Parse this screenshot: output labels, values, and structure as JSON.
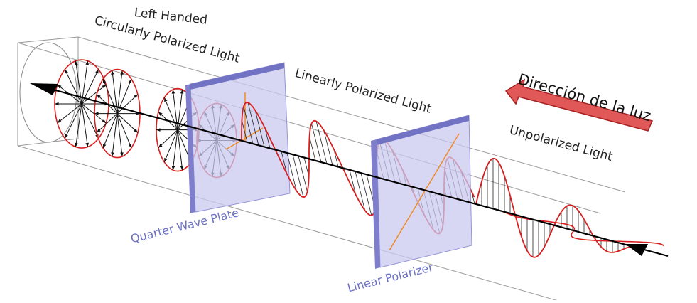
{
  "labels": {
    "left_handed_line1": "Left Handed",
    "left_handed_line2": "Circularly Polarized Light",
    "linearly_polarized": "Linearly Polarized Light",
    "unpolarized": "Unpolarized Light",
    "direction": "Dirección de la luz",
    "quarter_wave_plate": "Quarter Wave Plate",
    "linear_polarizer": "Linear Polarizer"
  },
  "colors": {
    "wave": "#d81e1e",
    "plate_fill": "#c9c9f0",
    "plate_edge": "#7272c4",
    "axis": "#000000",
    "optic_axis": "#f08a24",
    "label_blue": "#6b70c4",
    "arrow_fill": "#e05858",
    "arrow_edge": "#a82020"
  }
}
